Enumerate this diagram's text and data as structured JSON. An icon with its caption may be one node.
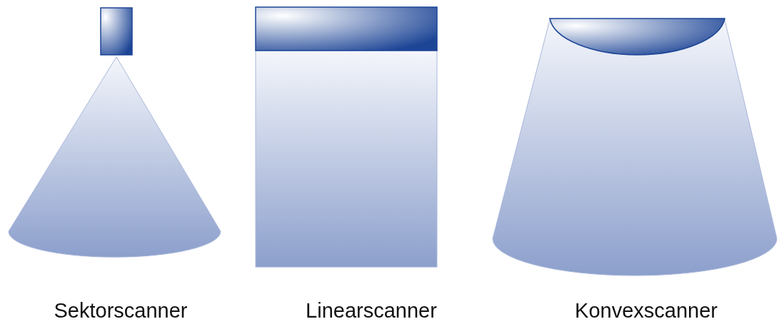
{
  "diagram": {
    "labels": [
      "Sektorscanner",
      "Linearscanner",
      "Konvexscanner"
    ]
  }
}
